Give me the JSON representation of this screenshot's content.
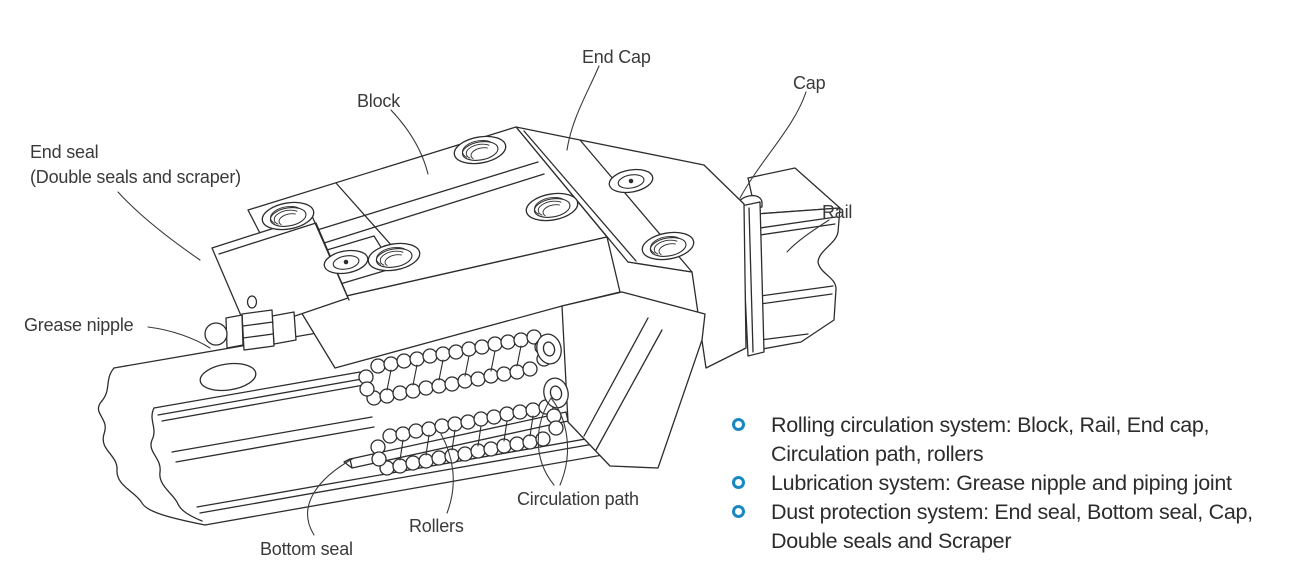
{
  "diagram": {
    "title_semantic": "Linear guide (roller type) exploded-view component diagram",
    "colors": {
      "line": "#2d2d2d",
      "label_text": "#3a3a3a",
      "legend_text": "#2c2c2c",
      "bullet": "#1787c5",
      "background": "#ffffff"
    }
  },
  "labels": {
    "block": "Block",
    "end_cap": "End Cap",
    "cap": "Cap",
    "rail": "Rail",
    "end_seal": "End seal",
    "end_seal_sub": "(Double seals and scraper)",
    "grease_nipple": "Grease nipple",
    "circulation_path": "Circulation path",
    "rollers": "Rollers",
    "bottom_seal": "Bottom seal"
  },
  "legend": {
    "bullet_color": "#1787c5",
    "items": [
      {
        "text": "Rolling circulation system: Block, Rail, End cap, Circulation path, rollers"
      },
      {
        "text": "Lubrication system: Grease nipple and piping joint"
      },
      {
        "text": "Dust protection system: End seal, Bottom seal, Cap, Double seals and Scraper"
      }
    ]
  }
}
